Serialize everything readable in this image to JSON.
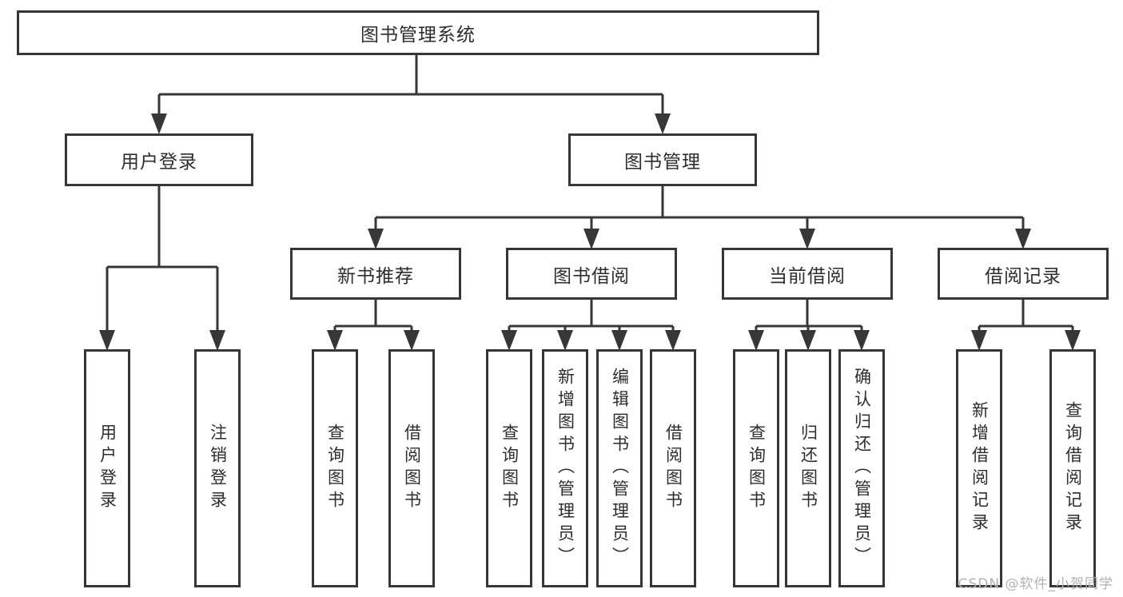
{
  "colors": {
    "line": "#373737",
    "text": "#2d2d2d",
    "watermark": "#b3b1b1",
    "background": "#ffffff"
  },
  "watermark": "CSDN @软件_小贺同学",
  "nodes": {
    "root": {
      "label": "图书管理系统"
    },
    "branches": [
      {
        "label": "用户登录",
        "children": [
          {
            "label": "用户登录"
          },
          {
            "label": "注销登录"
          }
        ]
      },
      {
        "label": "图书管理",
        "children": [
          {
            "label": "新书推荐",
            "children": [
              {
                "label": "查询图书"
              },
              {
                "label": "借阅图书"
              }
            ]
          },
          {
            "label": "图书借阅",
            "children": [
              {
                "label": "查询图书"
              },
              {
                "label": "新增图书（管理员）"
              },
              {
                "label": "编辑图书（管理员）"
              },
              {
                "label": "借阅图书"
              }
            ]
          },
          {
            "label": "当前借阅",
            "children": [
              {
                "label": "查询图书"
              },
              {
                "label": "归还图书"
              },
              {
                "label": "确认归还（管理员）"
              }
            ]
          },
          {
            "label": "借阅记录",
            "children": [
              {
                "label": "新增借阅记录"
              },
              {
                "label": "查询借阅记录"
              }
            ]
          }
        ]
      }
    ]
  }
}
